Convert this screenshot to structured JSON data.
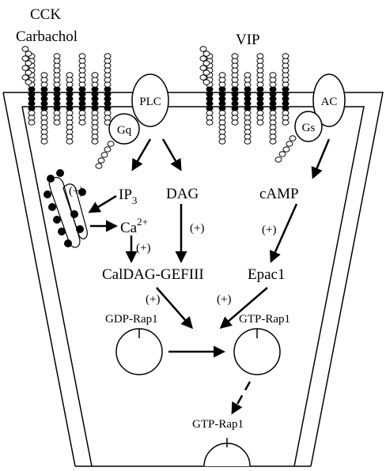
{
  "labels": {
    "cck": "CCK",
    "carbachol": "Carbachol",
    "vip": "VIP",
    "plc": "PLC",
    "gq": "Gq",
    "ac": "AC",
    "gs": "Gs",
    "ip3": "IP",
    "ip3_sub": "3",
    "ca": "Ca",
    "ca_sup": "2+",
    "dag": "DAG",
    "camp": "cAMP",
    "caldag": "CalDAG-GEFIII",
    "epac1": "Epac1",
    "gdp_rap1": "GDP-Rap1",
    "gtp_rap1": "GTP-Rap1",
    "gtp_rap1_membrane": "GTP-Rap1",
    "plus": "(+)"
  }
}
